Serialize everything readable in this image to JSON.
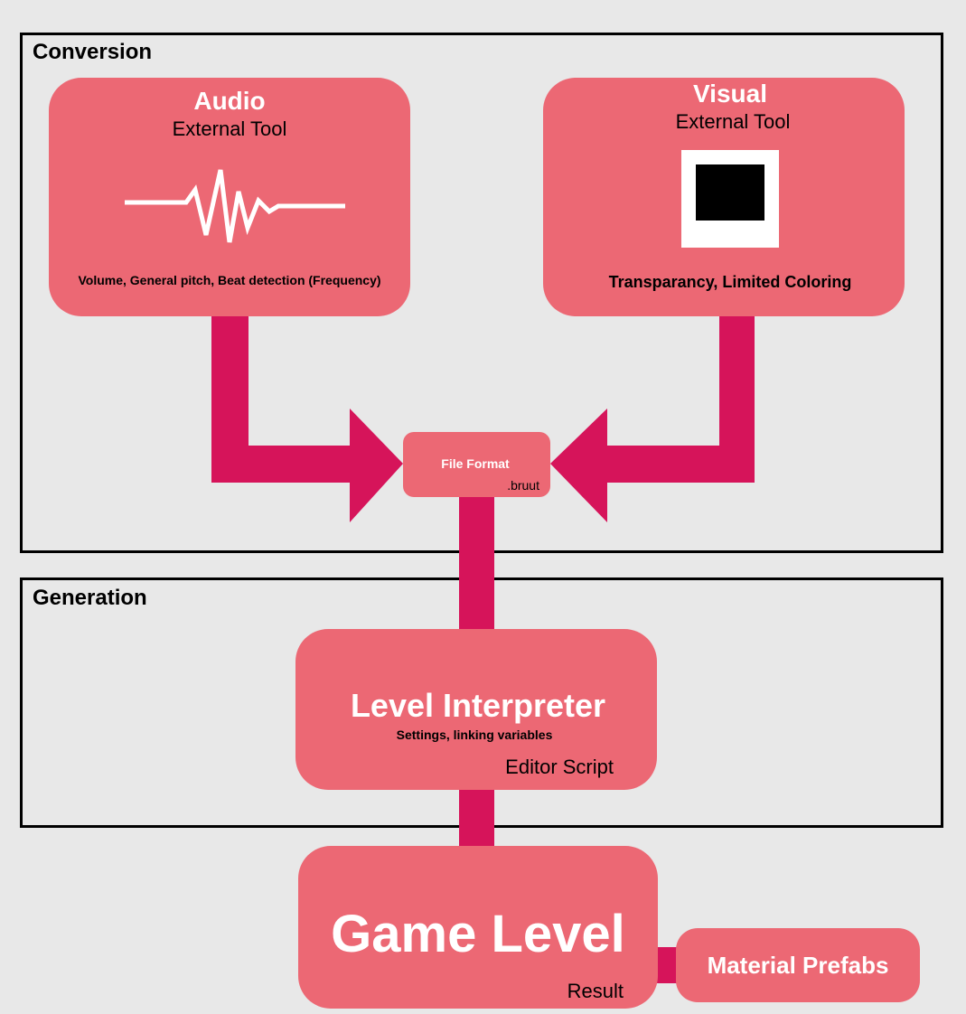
{
  "sections": {
    "conversion": "Conversion",
    "generation": "Generation"
  },
  "audio": {
    "title": "Audio",
    "subtitle": "External Tool",
    "features": "Volume, General pitch, Beat detection (Frequency)",
    "icon": "waveform-icon"
  },
  "visual": {
    "title": "Visual",
    "subtitle": "External Tool",
    "features": "Transparancy, Limited Coloring",
    "icon": "image-icon"
  },
  "file_format": {
    "title": "File Format",
    "extension": ".bruut"
  },
  "level_interpreter": {
    "title": "Level Interpreter",
    "details": "Settings, linking variables",
    "type": "Editor Script"
  },
  "game_level": {
    "title": "Game Level",
    "type": "Result"
  },
  "material_prefabs": {
    "title": "Material Prefabs"
  },
  "colors": {
    "background": "#e8e8e8",
    "box": "#ec6874",
    "connector": "#d6145a",
    "frame": "#000000"
  }
}
